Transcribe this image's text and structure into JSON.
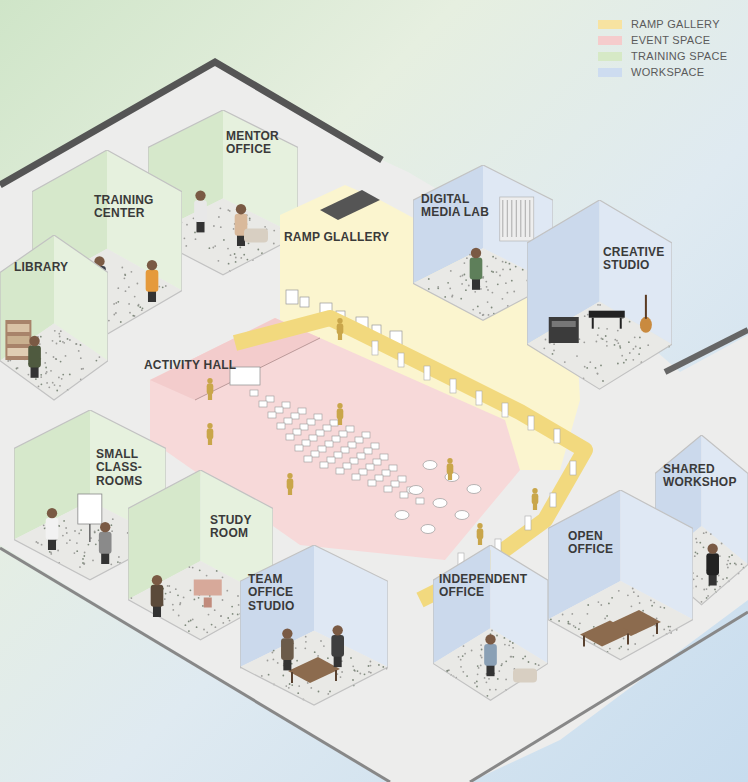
{
  "diagram": {
    "nodes": [
      {
        "text": [
          "MENTOR OFFICE"
        ]
      },
      {
        "text": [
          "TRAINING CENTER"
        ]
      },
      {
        "text": [
          "LIBRARY"
        ]
      },
      {
        "text": [
          "RAMP GLALLERY"
        ]
      },
      {
        "text": [
          "DIGITAL MEDIA LAB"
        ]
      },
      {
        "text": [
          "CREATIVE STUDIO"
        ]
      },
      {
        "text": [
          "ACTIVITY HALL"
        ]
      },
      {
        "text": [
          "SMALL CLASS- ROOMS"
        ]
      },
      {
        "text": [
          "SHARED WORKSHOP"
        ]
      },
      {
        "text": [
          "STUDY ROOM"
        ]
      },
      {
        "text": [
          "TEAM OFFICE STUDIO"
        ]
      },
      {
        "text": [
          "INDEPENDENT OFFICE"
        ]
      },
      {
        "text": [
          "OPEN OFFICE"
        ]
      }
    ],
    "legend": [
      {
        "text": "RAMP GALLERY",
        "color": "#f7e3a1"
      },
      {
        "text": "EVENT SPACE",
        "color": "#f5cccc"
      },
      {
        "text": "TRAINING SPACE",
        "color": "#d6e9c6"
      },
      {
        "text": "WORKSPACE",
        "color": "#cddcf0"
      }
    ]
  }
}
